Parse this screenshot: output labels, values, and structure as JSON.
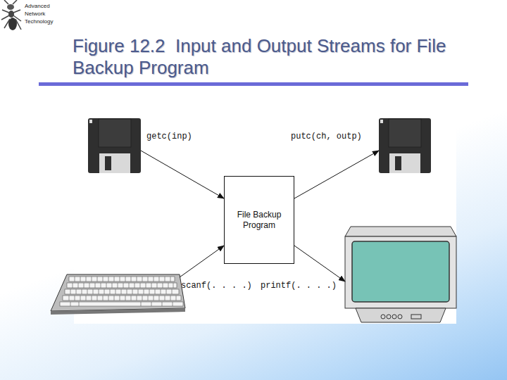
{
  "diagram": {
    "title": "Figure 12.2  Input and Output Streams for File Backup Program",
    "nodes": [
      {
        "text": [
          "File Backup Program"
        ]
      }
    ],
    "labels": [
      "Advanced Network Technology",
      "getc(inp)",
      "putc(ch, outp)",
      "scanf(. . . .)",
      "printf(. . . .)"
    ]
  }
}
